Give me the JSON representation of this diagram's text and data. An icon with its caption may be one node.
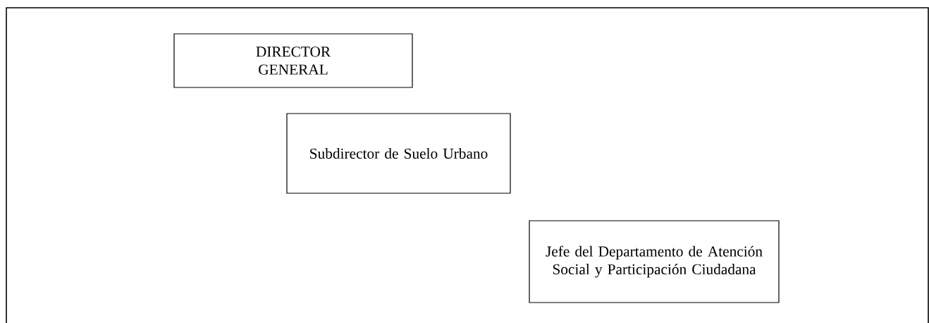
{
  "diagram": {
    "nodes": [
      {
        "text": [
          "DIRECTOR GENERAL"
        ]
      },
      {
        "text": [
          "Subdirector de Suelo Urbano"
        ]
      },
      {
        "text": [
          "Jefe del Departamento de Atención Social y Participación Ciudadana"
        ]
      }
    ],
    "edges": []
  }
}
